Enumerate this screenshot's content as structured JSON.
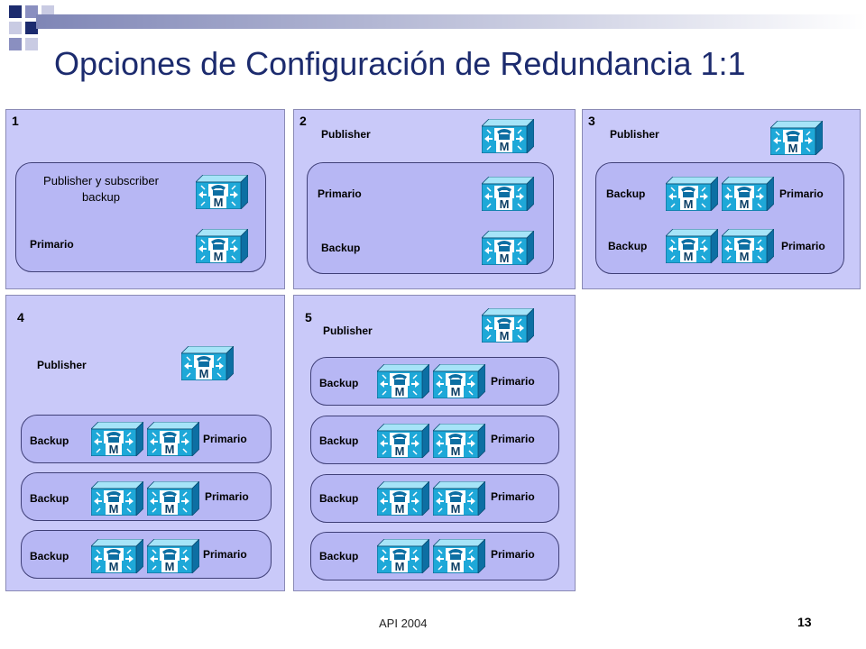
{
  "title": "Opciones de Configuración de Redundancia 1:1",
  "server_glyph": "M",
  "panel1": {
    "num": "1",
    "pub_backup": "Publisher y subscriber backup",
    "primario": "Primario"
  },
  "panel2": {
    "num": "2",
    "publisher": "Publisher",
    "primario": "Primario",
    "backup": "Backup"
  },
  "panel3": {
    "num": "3",
    "publisher": "Publisher",
    "backup": "Backup",
    "primario": "Primario"
  },
  "panel4": {
    "num": "4",
    "publisher": "Publisher",
    "backup": "Backup",
    "primario": "Primario"
  },
  "panel5": {
    "num": "5",
    "publisher": "Publisher",
    "backup": "Backup",
    "primario": "Primario"
  },
  "footer": {
    "text": "API 2004",
    "page": "13"
  },
  "colors": {
    "panel": "#c9c9f9",
    "group": "#b7b7f4",
    "title": "#1c2b6e",
    "server_front": "#1ea8d8"
  }
}
